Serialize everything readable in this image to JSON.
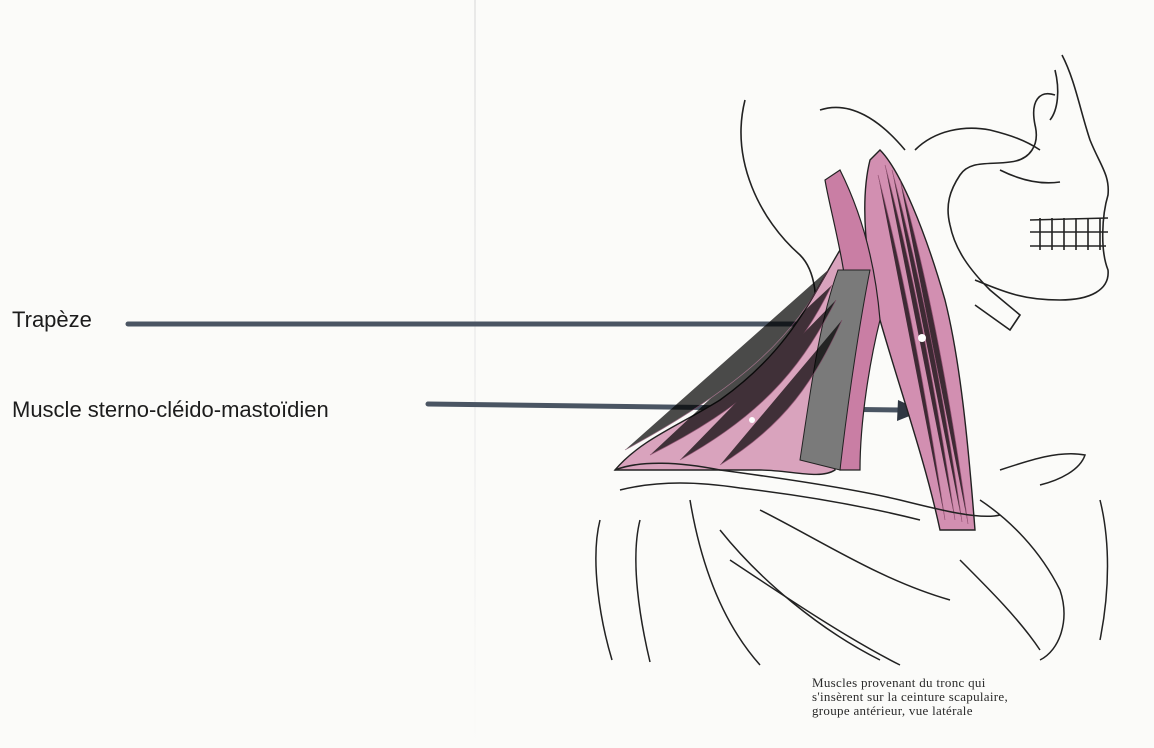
{
  "labels": {
    "trapeze": "Trapèze",
    "scm": "Muscle sterno-cléido-mastoïdien"
  },
  "caption": {
    "line1": "Muscles provenant du tronc qui",
    "line2": "s'insèrent sur la ceinture scapulaire,",
    "line3": "groupe antérieur, vue latérale"
  },
  "colors": {
    "muscle": "#d9a3bd",
    "muscle_dark": "#b0688c",
    "arrow": "#4a5563",
    "ink": "#222222"
  }
}
